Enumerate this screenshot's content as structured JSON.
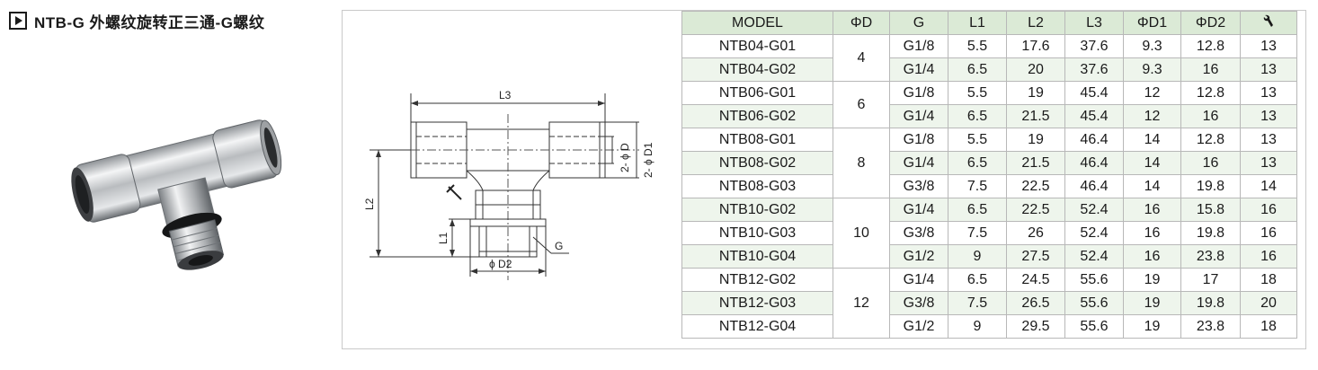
{
  "title": "NTB-G 外螺纹旋转正三通-G螺纹",
  "icons": {
    "title": "play-icon",
    "header_last": "wrench-icon"
  },
  "drawing_labels": {
    "l3": "L3",
    "l2": "L2",
    "l1": "L1",
    "d": "2- ϕ D",
    "d1": "2- ϕ D1",
    "d2": "ϕ D2",
    "g": "G"
  },
  "table": {
    "headers": [
      "MODEL",
      "ΦD",
      "G",
      "L1",
      "L2",
      "L3",
      "ΦD1",
      "ΦD2"
    ],
    "groups": [
      {
        "d": "4",
        "rows": [
          {
            "model": "NTB04-G01",
            "g": "G1/8",
            "l1": "5.5",
            "l2": "17.6",
            "l3": "37.6",
            "d1": "9.3",
            "d2": "12.8",
            "w": "13"
          },
          {
            "model": "NTB04-G02",
            "g": "G1/4",
            "l1": "6.5",
            "l2": "20",
            "l3": "37.6",
            "d1": "9.3",
            "d2": "16",
            "w": "13"
          }
        ]
      },
      {
        "d": "6",
        "rows": [
          {
            "model": "NTB06-G01",
            "g": "G1/8",
            "l1": "5.5",
            "l2": "19",
            "l3": "45.4",
            "d1": "12",
            "d2": "12.8",
            "w": "13"
          },
          {
            "model": "NTB06-G02",
            "g": "G1/4",
            "l1": "6.5",
            "l2": "21.5",
            "l3": "45.4",
            "d1": "12",
            "d2": "16",
            "w": "13"
          }
        ]
      },
      {
        "d": "8",
        "rows": [
          {
            "model": "NTB08-G01",
            "g": "G1/8",
            "l1": "5.5",
            "l2": "19",
            "l3": "46.4",
            "d1": "14",
            "d2": "12.8",
            "w": "13"
          },
          {
            "model": "NTB08-G02",
            "g": "G1/4",
            "l1": "6.5",
            "l2": "21.5",
            "l3": "46.4",
            "d1": "14",
            "d2": "16",
            "w": "13"
          },
          {
            "model": "NTB08-G03",
            "g": "G3/8",
            "l1": "7.5",
            "l2": "22.5",
            "l3": "46.4",
            "d1": "14",
            "d2": "19.8",
            "w": "14"
          }
        ]
      },
      {
        "d": "10",
        "rows": [
          {
            "model": "NTB10-G02",
            "g": "G1/4",
            "l1": "6.5",
            "l2": "22.5",
            "l3": "52.4",
            "d1": "16",
            "d2": "15.8",
            "w": "16"
          },
          {
            "model": "NTB10-G03",
            "g": "G3/8",
            "l1": "7.5",
            "l2": "26",
            "l3": "52.4",
            "d1": "16",
            "d2": "19.8",
            "w": "16"
          },
          {
            "model": "NTB10-G04",
            "g": "G1/2",
            "l1": "9",
            "l2": "27.5",
            "l3": "52.4",
            "d1": "16",
            "d2": "23.8",
            "w": "16"
          }
        ]
      },
      {
        "d": "12",
        "rows": [
          {
            "model": "NTB12-G02",
            "g": "G1/4",
            "l1": "6.5",
            "l2": "24.5",
            "l3": "55.6",
            "d1": "19",
            "d2": "17",
            "w": "18"
          },
          {
            "model": "NTB12-G03",
            "g": "G3/8",
            "l1": "7.5",
            "l2": "26.5",
            "l3": "55.6",
            "d1": "19",
            "d2": "19.8",
            "w": "20"
          },
          {
            "model": "NTB12-G04",
            "g": "G1/2",
            "l1": "9",
            "l2": "29.5",
            "l3": "55.6",
            "d1": "19",
            "d2": "23.8",
            "w": "18"
          }
        ]
      }
    ]
  }
}
